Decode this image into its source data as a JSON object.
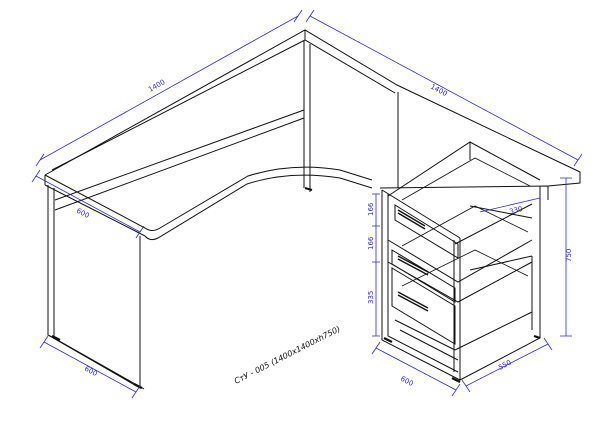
{
  "drawing": {
    "caption": "СтУ - 005 (1400х1400хh750)",
    "line_color": "#111111",
    "dimension_color": "#2b2bd6"
  },
  "dimensions": {
    "left_length": "1400",
    "right_length": "1400",
    "left_depth": "600",
    "left_leg_depth": "600",
    "pedestal_width": "600",
    "pedestal_depth": "550",
    "height": "750",
    "drawer_top": "166",
    "drawer_middle": "166",
    "drawer_bottom": "335",
    "inner_shelf": "330"
  }
}
